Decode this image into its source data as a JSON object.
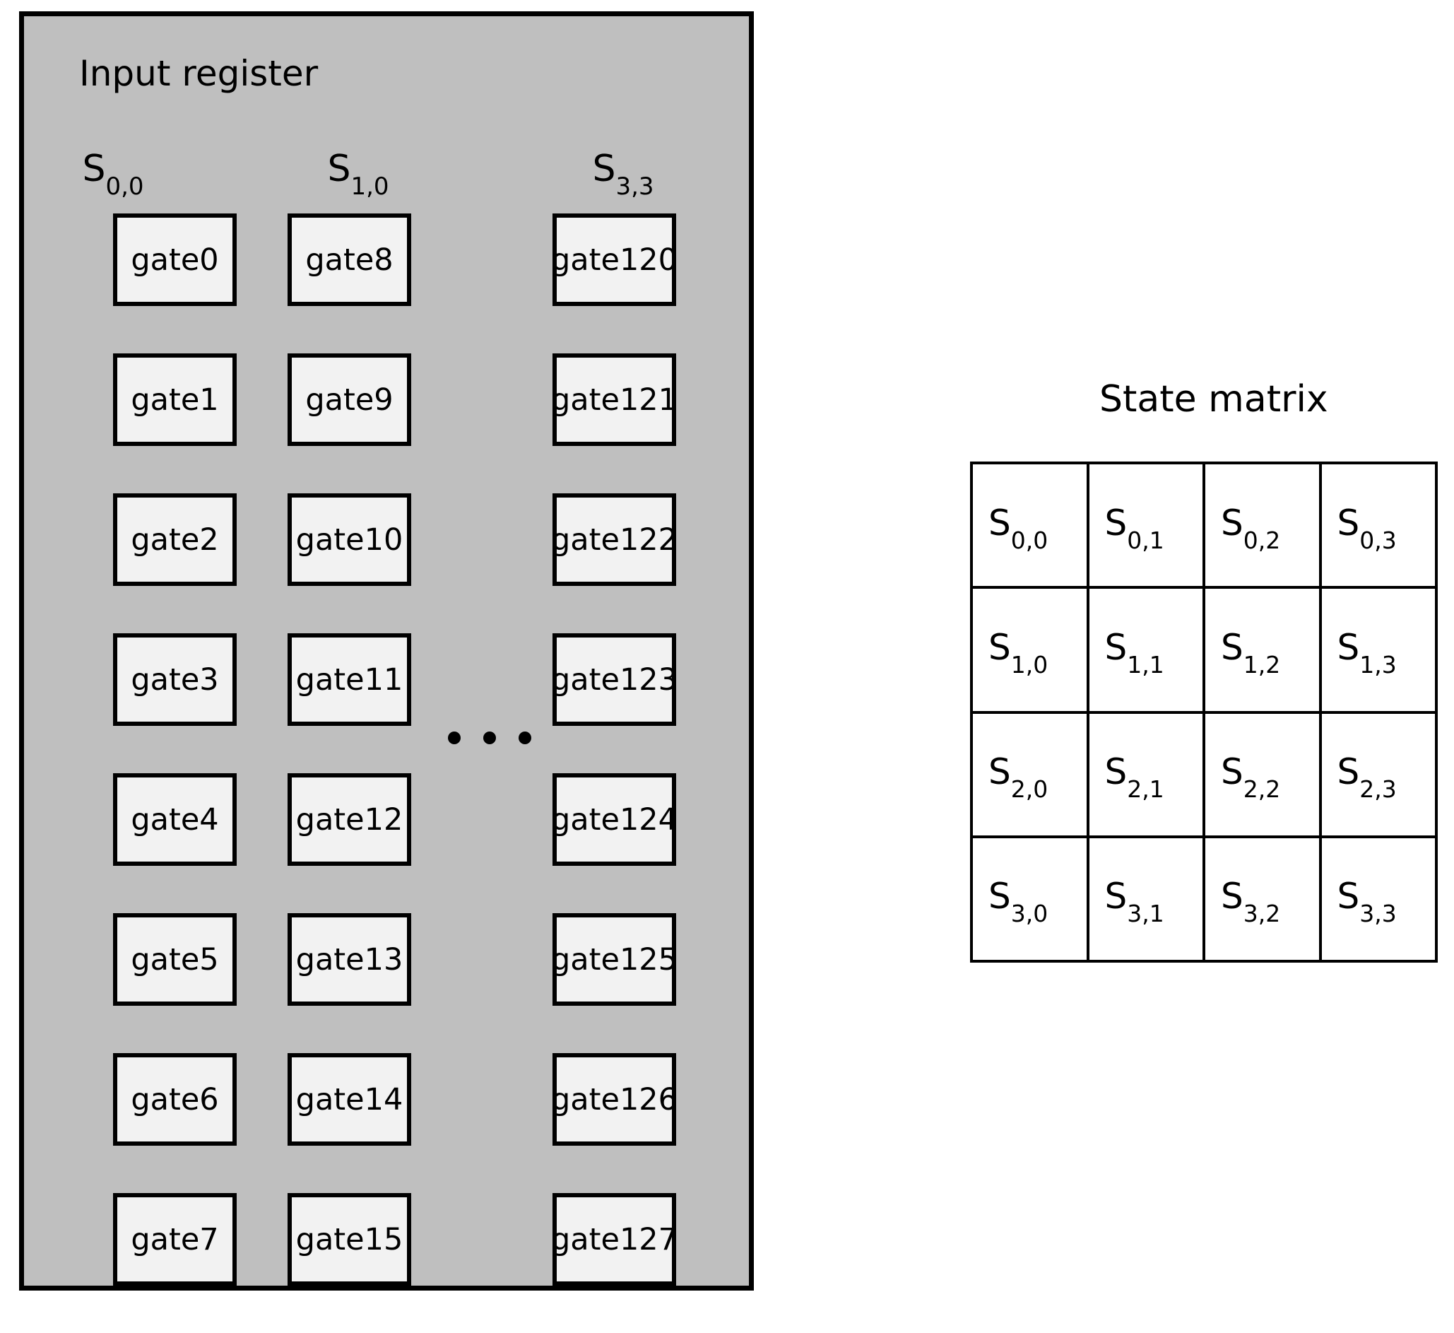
{
  "input_register": {
    "title": "Input register",
    "column_headers": [
      {
        "base": "S",
        "sub": "0,0"
      },
      {
        "base": "S",
        "sub": "1,0"
      },
      {
        "base": "S",
        "sub": "3,3"
      }
    ],
    "columns": [
      {
        "header_index": 0,
        "gates": [
          "gate0",
          "gate1",
          "gate2",
          "gate3",
          "gate4",
          "gate5",
          "gate6",
          "gate7"
        ]
      },
      {
        "header_index": 1,
        "gates": [
          "gate8",
          "gate9",
          "gate10",
          "gate11",
          "gate12",
          "gate13",
          "gate14",
          "gate15"
        ]
      },
      {
        "header_index": 2,
        "gates": [
          "gate120",
          "gate121",
          "gate122",
          "gate123",
          "gate124",
          "gate125",
          "gate126",
          "gate127"
        ]
      }
    ],
    "ellipsis": "...",
    "panel_color": "#bfbfbf",
    "gate_fill_color": "#f2f2f2",
    "border_color": "#000000"
  },
  "state_matrix": {
    "title": "State matrix",
    "rows": [
      [
        {
          "base": "S",
          "sub": "0,0"
        },
        {
          "base": "S",
          "sub": "0,1"
        },
        {
          "base": "S",
          "sub": "0,2"
        },
        {
          "base": "S",
          "sub": "0,3"
        }
      ],
      [
        {
          "base": "S",
          "sub": "1,0"
        },
        {
          "base": "S",
          "sub": "1,1"
        },
        {
          "base": "S",
          "sub": "1,2"
        },
        {
          "base": "S",
          "sub": "1,3"
        }
      ],
      [
        {
          "base": "S",
          "sub": "2,0"
        },
        {
          "base": "S",
          "sub": "2,1"
        },
        {
          "base": "S",
          "sub": "2,2"
        },
        {
          "base": "S",
          "sub": "2,3"
        }
      ],
      [
        {
          "base": "S",
          "sub": "3,0"
        },
        {
          "base": "S",
          "sub": "3,1"
        },
        {
          "base": "S",
          "sub": "3,2"
        },
        {
          "base": "S",
          "sub": "3,3"
        }
      ]
    ]
  }
}
